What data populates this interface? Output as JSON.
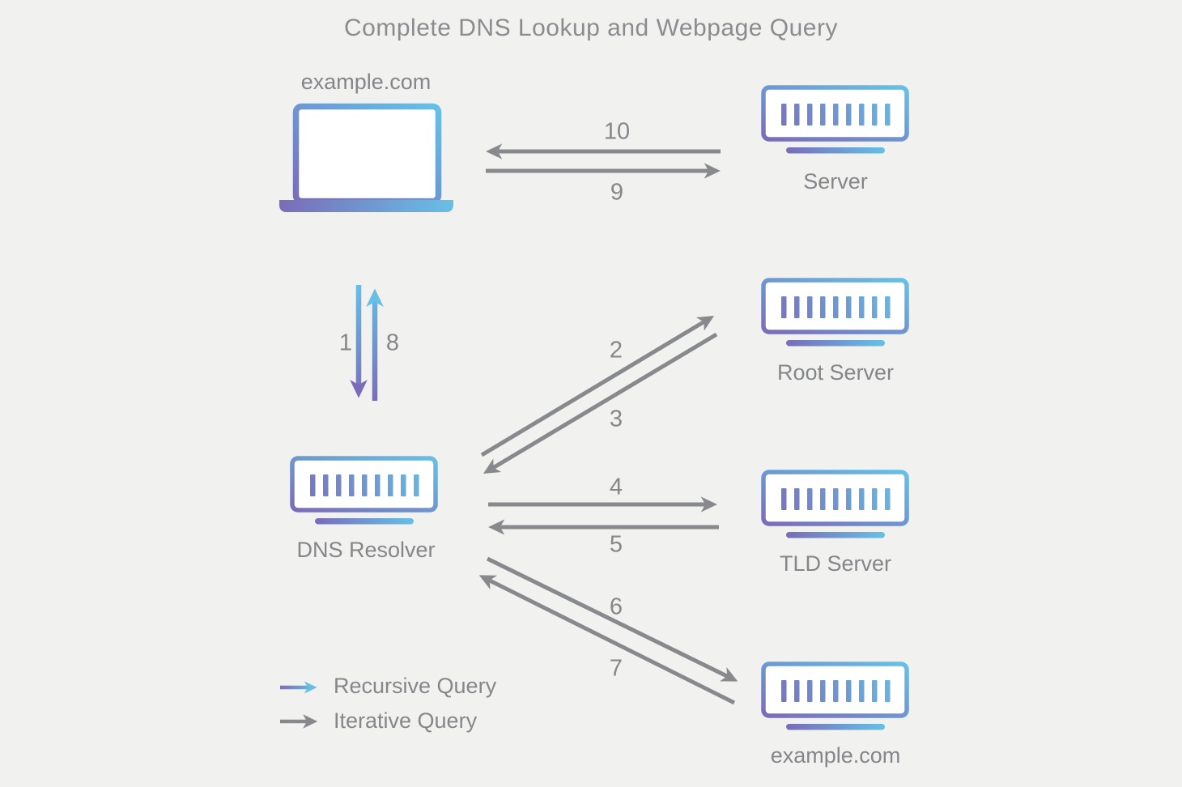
{
  "title": "Complete DNS Lookup and Webpage Query",
  "nodes": {
    "client": {
      "label": "example.com"
    },
    "web_server": {
      "label": "Server"
    },
    "root_server": {
      "label": "Root Server"
    },
    "dns_resolver": {
      "label": "DNS Resolver"
    },
    "tld_server": {
      "label": "TLD Server"
    },
    "auth_server": {
      "label": "example.com"
    }
  },
  "steps": [
    "1",
    "2",
    "3",
    "4",
    "5",
    "6",
    "7",
    "8",
    "9",
    "10"
  ],
  "legend": {
    "recursive_label": "Recursive Query",
    "iterative_label": "Iterative Query"
  },
  "colors": {
    "background": "#f1f1ef",
    "arrow_gray": "#87898c",
    "text_gray": "#85878a",
    "gradient_purple": "#7a6cb8",
    "gradient_blue": "#66c0e6"
  }
}
